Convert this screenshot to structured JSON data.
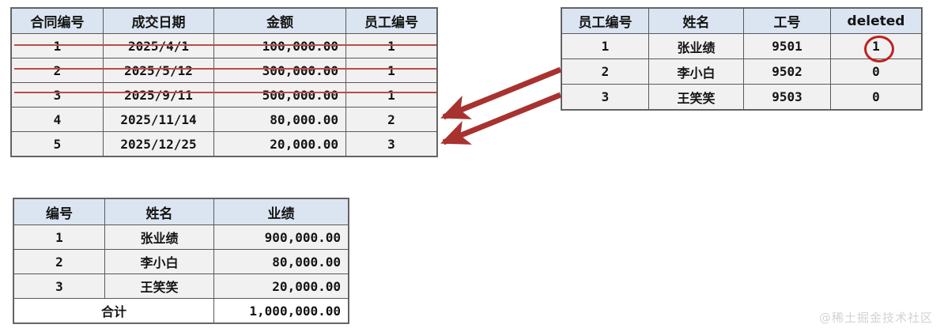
{
  "contract_table": {
    "name": "contract-table",
    "headers": [
      "合同编号",
      "成交日期",
      "金额",
      "员工编号"
    ],
    "rows": [
      {
        "id": "1",
        "date": "2025/4/1",
        "amount": "100,000.00",
        "emp": "1",
        "struck": true
      },
      {
        "id": "2",
        "date": "2025/5/12",
        "amount": "300,000.00",
        "emp": "1",
        "struck": true
      },
      {
        "id": "3",
        "date": "2025/9/11",
        "amount": "500,000.00",
        "emp": "1",
        "struck": true
      },
      {
        "id": "4",
        "date": "2025/11/14",
        "amount": "80,000.00",
        "emp": "2",
        "struck": false
      },
      {
        "id": "5",
        "date": "2025/12/25",
        "amount": "20,000.00",
        "emp": "3",
        "struck": false
      }
    ]
  },
  "employee_table": {
    "name": "employee-table",
    "headers": [
      "员工编号",
      "姓名",
      "工号",
      "deleted"
    ],
    "rows": [
      {
        "id": "1",
        "name": "张业绩",
        "code": "9501",
        "deleted": "1",
        "circled": true
      },
      {
        "id": "2",
        "name": "李小白",
        "code": "9502",
        "deleted": "0",
        "circled": false
      },
      {
        "id": "3",
        "name": "王笑笑",
        "code": "9503",
        "deleted": "0",
        "circled": false
      }
    ]
  },
  "summary_table": {
    "name": "summary-table",
    "headers": [
      "编号",
      "姓名",
      "业绩"
    ],
    "rows": [
      {
        "id": "1",
        "name": "张业绩",
        "value": "900,000.00"
      },
      {
        "id": "2",
        "name": "李小白",
        "value": "80,000.00"
      },
      {
        "id": "3",
        "name": "王笑笑",
        "value": "20,000.00"
      }
    ],
    "total_label": "合计",
    "total_value": "1,000,000.00"
  },
  "annotations": {
    "strike_color": "#bc4b48",
    "circle_color": "#c0201f",
    "arrow_color": "#a83230",
    "arrow_count": 2
  },
  "watermark": {
    "text": "@稀土掘金技术社区"
  }
}
